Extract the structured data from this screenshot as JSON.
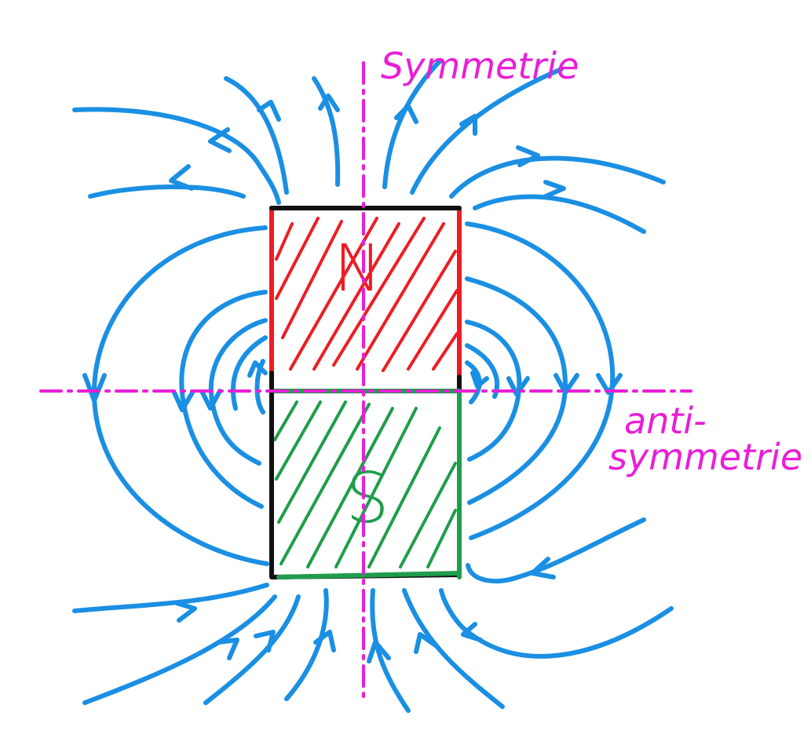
{
  "pole_north_label": "N",
  "pole_south_label": "S",
  "symmetry_label": "Symmetrie",
  "antisymmetry_label_line1": "anti-",
  "antisymmetry_label_line2": "symmetrie",
  "colors": {
    "field_lines": "#1a8fe3",
    "north_pole": "#ee1c25",
    "south_pole": "#1f9d4c",
    "axes": "#e91ed6",
    "magnet_outline": "#111111"
  }
}
